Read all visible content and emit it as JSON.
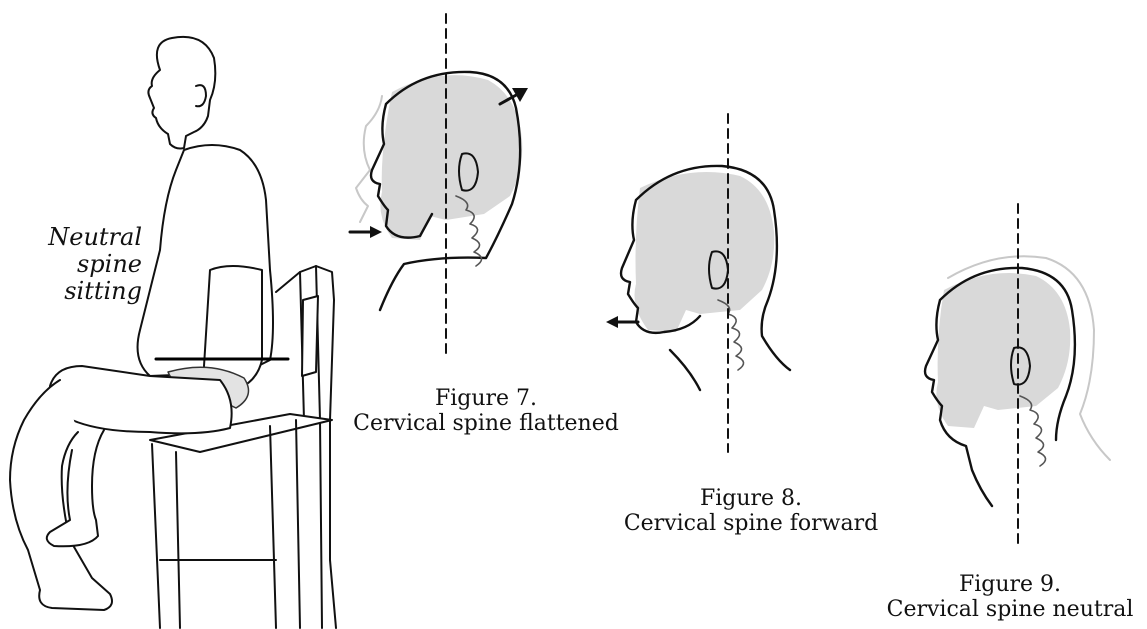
{
  "sitting_label": {
    "lines": [
      "Neutral",
      "spine",
      "sitting"
    ]
  },
  "figures": [
    {
      "number": "Figure 7.",
      "caption": "Cervical spine flattened"
    },
    {
      "number": "Figure 8.",
      "caption": "Cervical spine forward"
    },
    {
      "number": "Figure 9.",
      "caption": "Cervical spine neutral"
    }
  ],
  "colors": {
    "ink": "#111111",
    "skull_shade": "#d9d9d9",
    "ghost_outline": "#c8c8c8"
  }
}
